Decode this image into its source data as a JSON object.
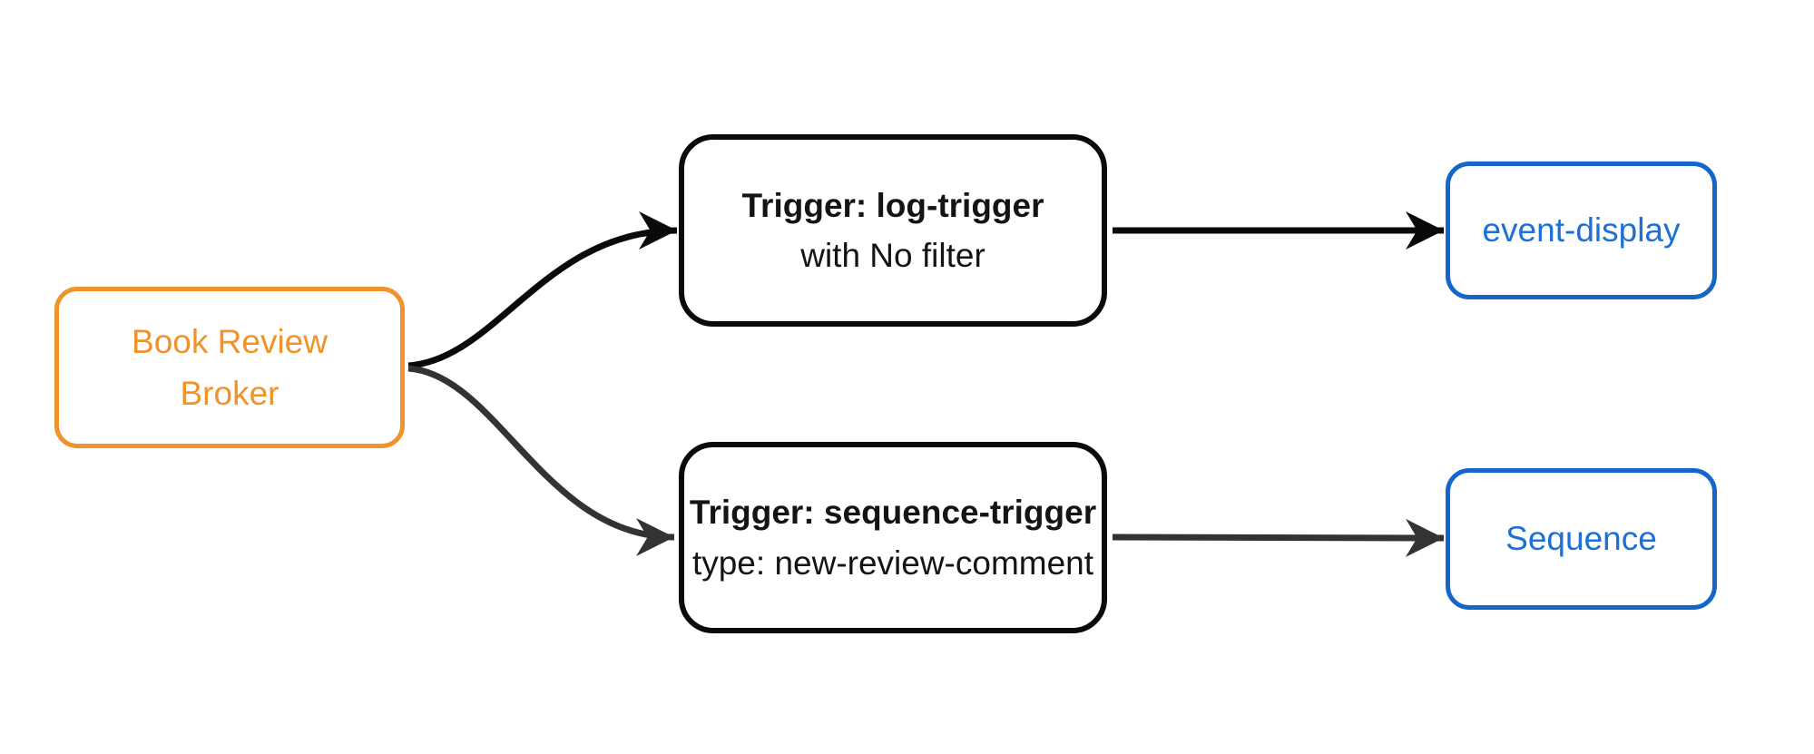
{
  "colors": {
    "canvas-bg": "#ffffff",
    "broker-accent": "#f0932b",
    "trigger-border": "#0a0a0a",
    "trigger-text": "#141414",
    "sink-border": "#1467c8",
    "sink-text": "#1d70d6",
    "edge-upper": "#0a0a0a",
    "edge-lower": "#333333"
  },
  "nodes": {
    "broker": {
      "label": "Book Review Broker"
    },
    "log_trigger": {
      "title": "Trigger: log-trigger",
      "subtitle": "with No filter"
    },
    "sequence_trigger": {
      "title": "Trigger: sequence-trigger",
      "subtitle": "type: new-review-comment"
    },
    "event_display": {
      "label": "event-display"
    },
    "sequence": {
      "label": "Sequence"
    }
  },
  "edges": [
    {
      "from": "broker",
      "to": "log_trigger"
    },
    {
      "from": "broker",
      "to": "sequence_trigger"
    },
    {
      "from": "log_trigger",
      "to": "event_display"
    },
    {
      "from": "sequence_trigger",
      "to": "sequence"
    }
  ]
}
